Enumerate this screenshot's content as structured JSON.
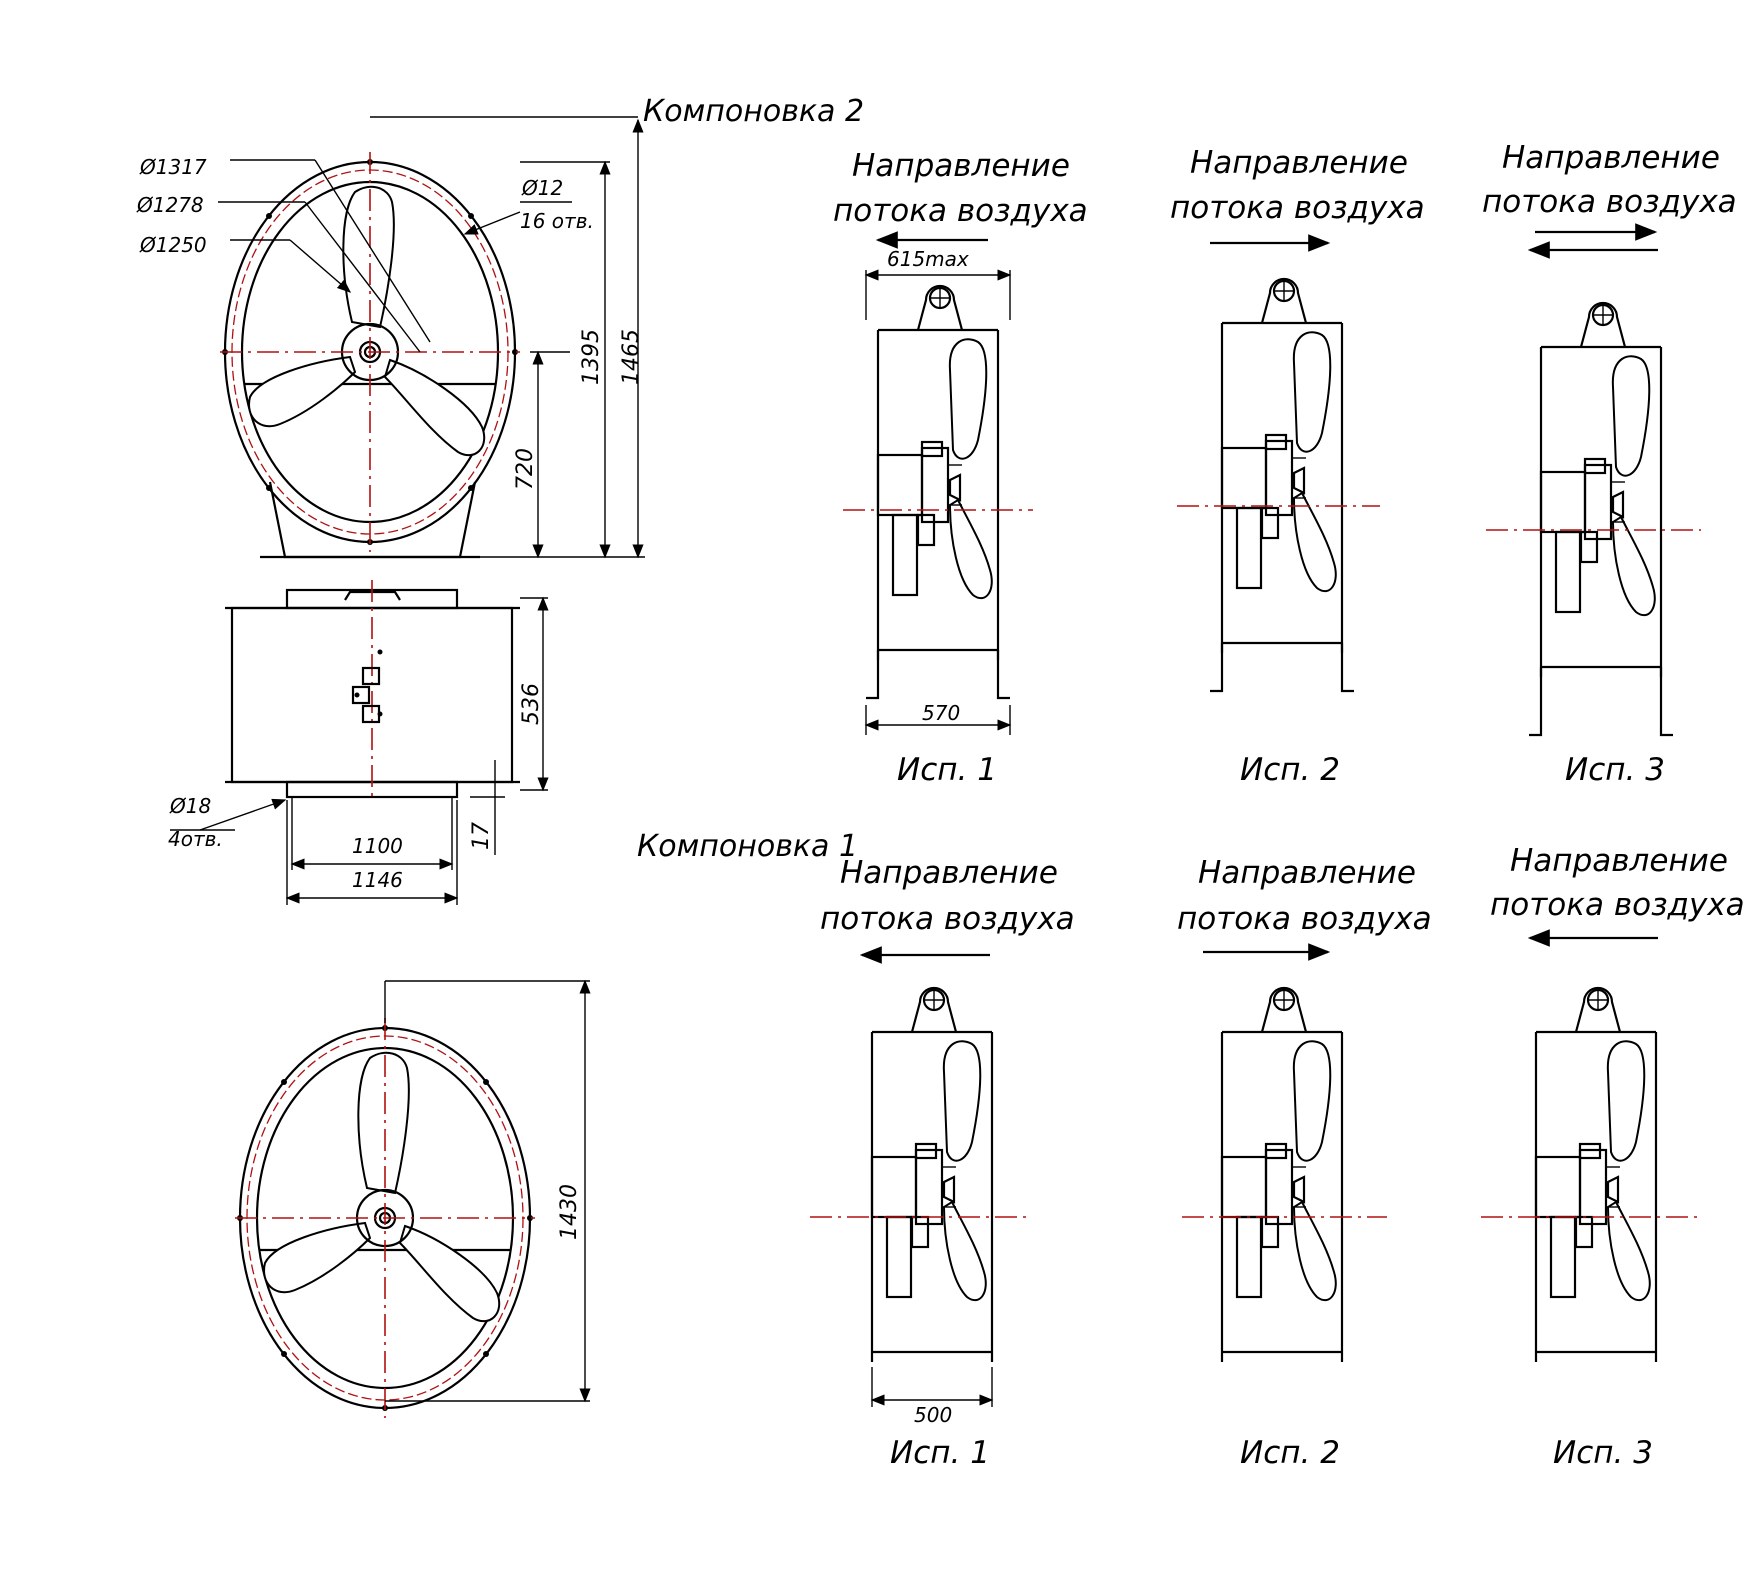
{
  "layouts": {
    "layout2_label": "Компоновка 2",
    "layout1_label": "Компоновка 1"
  },
  "dimensions": {
    "d1317": "Ø1317",
    "d1278": "Ø1278",
    "d1250": "Ø1250",
    "d12": "Ø12",
    "holes16": "16 отв.",
    "h1395": "1395",
    "h1465": "1465",
    "h720": "720",
    "w536": "536",
    "d18": "Ø18",
    "holes4": "4отв.",
    "w1100": "1100",
    "w1146": "1146",
    "h17": "17",
    "h1430": "1430",
    "w615": "615max",
    "w570": "570",
    "w500": "500"
  },
  "airflow": {
    "line1": "Направление",
    "line2": "потока воздуха"
  },
  "variants": {
    "v1": "Исп. 1",
    "v2": "Исп. 2",
    "v3": "Исп. 3"
  },
  "colors": {
    "lines": "#000000",
    "centerlines": "#b01010",
    "background": "#ffffff"
  }
}
